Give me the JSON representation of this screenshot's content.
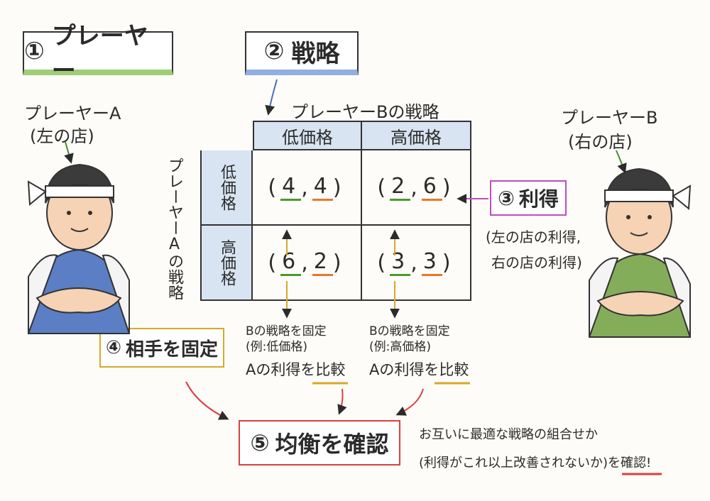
{
  "sections": {
    "players": {
      "num": "①",
      "label": "プレーヤー"
    },
    "strategy": {
      "num": "②",
      "label": "戦略"
    },
    "payoff": {
      "num": "③",
      "label": "利得"
    },
    "fix": {
      "num": "④",
      "label": "相手を固定"
    },
    "equilibrium": {
      "num": "⑤",
      "label": "均衡を確認"
    }
  },
  "player_a": {
    "name": "プレーヤーA",
    "shop": "(左の店)"
  },
  "player_b": {
    "name": "プレーヤーB",
    "shop": "(右の店)"
  },
  "matrix": {
    "col_header": "プレーヤーBの戦略",
    "row_header": "プレーヤーAの戦略",
    "cols": [
      "低価格",
      "高価格"
    ],
    "rows": [
      "低価格",
      "高価格"
    ],
    "cells": [
      [
        {
          "a": "4",
          "b": "4"
        },
        {
          "a": "2",
          "b": "6"
        }
      ],
      [
        {
          "a": "6",
          "b": "2"
        },
        {
          "a": "3",
          "b": "3"
        }
      ]
    ],
    "sep": ","
  },
  "payoff_note": {
    "line1": "(左の店の利得,",
    "line2": "右の店の利得)"
  },
  "fix_notes": [
    {
      "line1": "Bの戦略を固定",
      "line2": "(例:低価格)",
      "line3": "Aの利得を比較"
    },
    {
      "line1": "Bの戦略を固定",
      "line2": "(例:高価格)",
      "line3": "Aの利得を比較"
    }
  ],
  "equilibrium_note": {
    "line1": "お互いに最適な戦略の組合せか",
    "line2": "(利得がこれ以上改善されないか)を確認!"
  },
  "colors": {
    "green_underline": "#4c9a2a",
    "orange_underline": "#e8772a",
    "header_blue": "#d8e4f2",
    "accent_blue": "#4a6fb5",
    "accent_purple": "#c04dbf",
    "accent_gold": "#d6a92a",
    "accent_red": "#d94040"
  },
  "illustrations": [
    "shopkeeper-a-illustration",
    "shopkeeper-b-illustration"
  ]
}
